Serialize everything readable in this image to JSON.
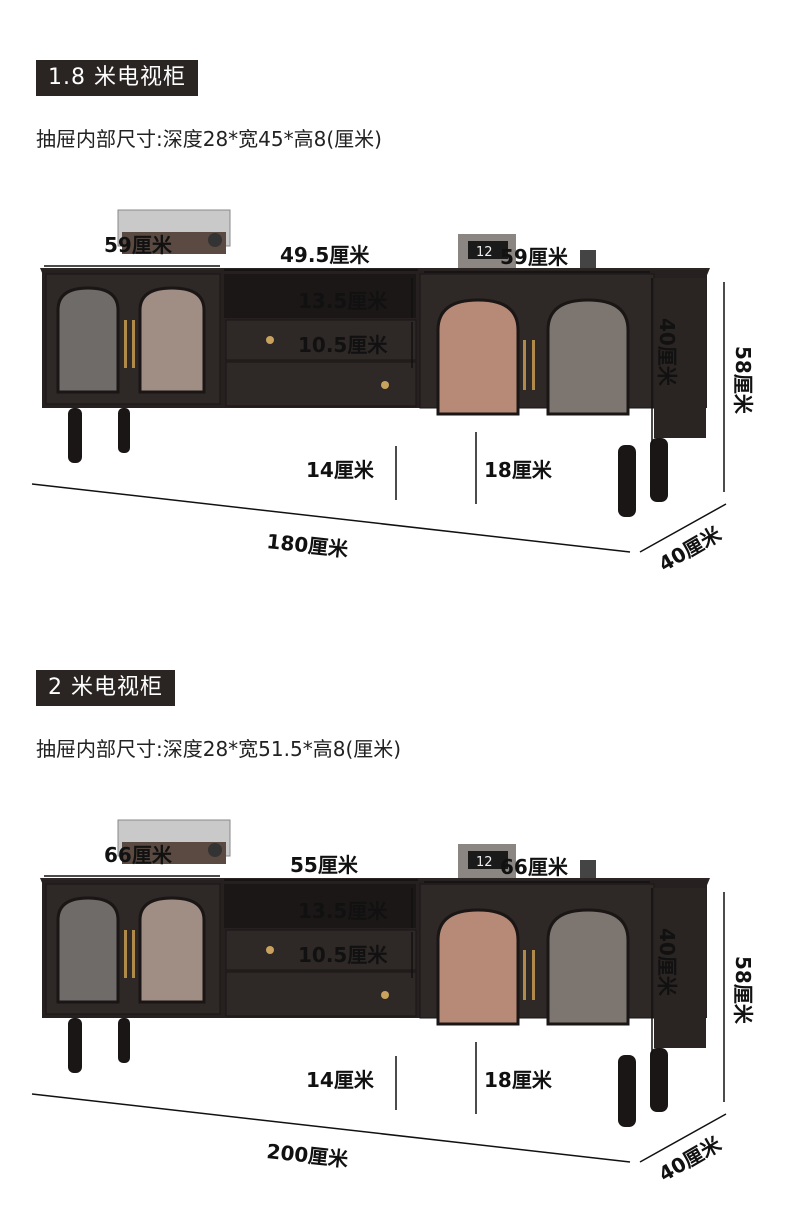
{
  "sections": [
    {
      "title": "1.8 米电视柜",
      "spec": "抽屉内部尺寸:深度28*宽45*高8(厘米)",
      "dims": {
        "left_width": "59厘米",
        "middle_width": "49.5厘米",
        "right_width": "59厘米",
        "upper_drawer": "13.5厘米",
        "lower_drawer": "10.5厘米",
        "door_height": "40厘米",
        "total_height": "58厘米",
        "left_leg": "14厘米",
        "right_leg": "18厘米",
        "total_length": "180厘米",
        "depth": "40厘米"
      }
    },
    {
      "title": "2 米电视柜",
      "spec": "抽屉内部尺寸:深度28*宽51.5*高8(厘米)",
      "dims": {
        "left_width": "66厘米",
        "middle_width": "55厘米",
        "right_width": "66厘米",
        "upper_drawer": "13.5厘米",
        "lower_drawer": "10.5厘米",
        "door_height": "40厘米",
        "total_height": "58厘米",
        "left_leg": "14厘米",
        "right_leg": "18厘米",
        "total_length": "200厘米",
        "depth": "40厘米"
      }
    }
  ],
  "clock_text": "12"
}
